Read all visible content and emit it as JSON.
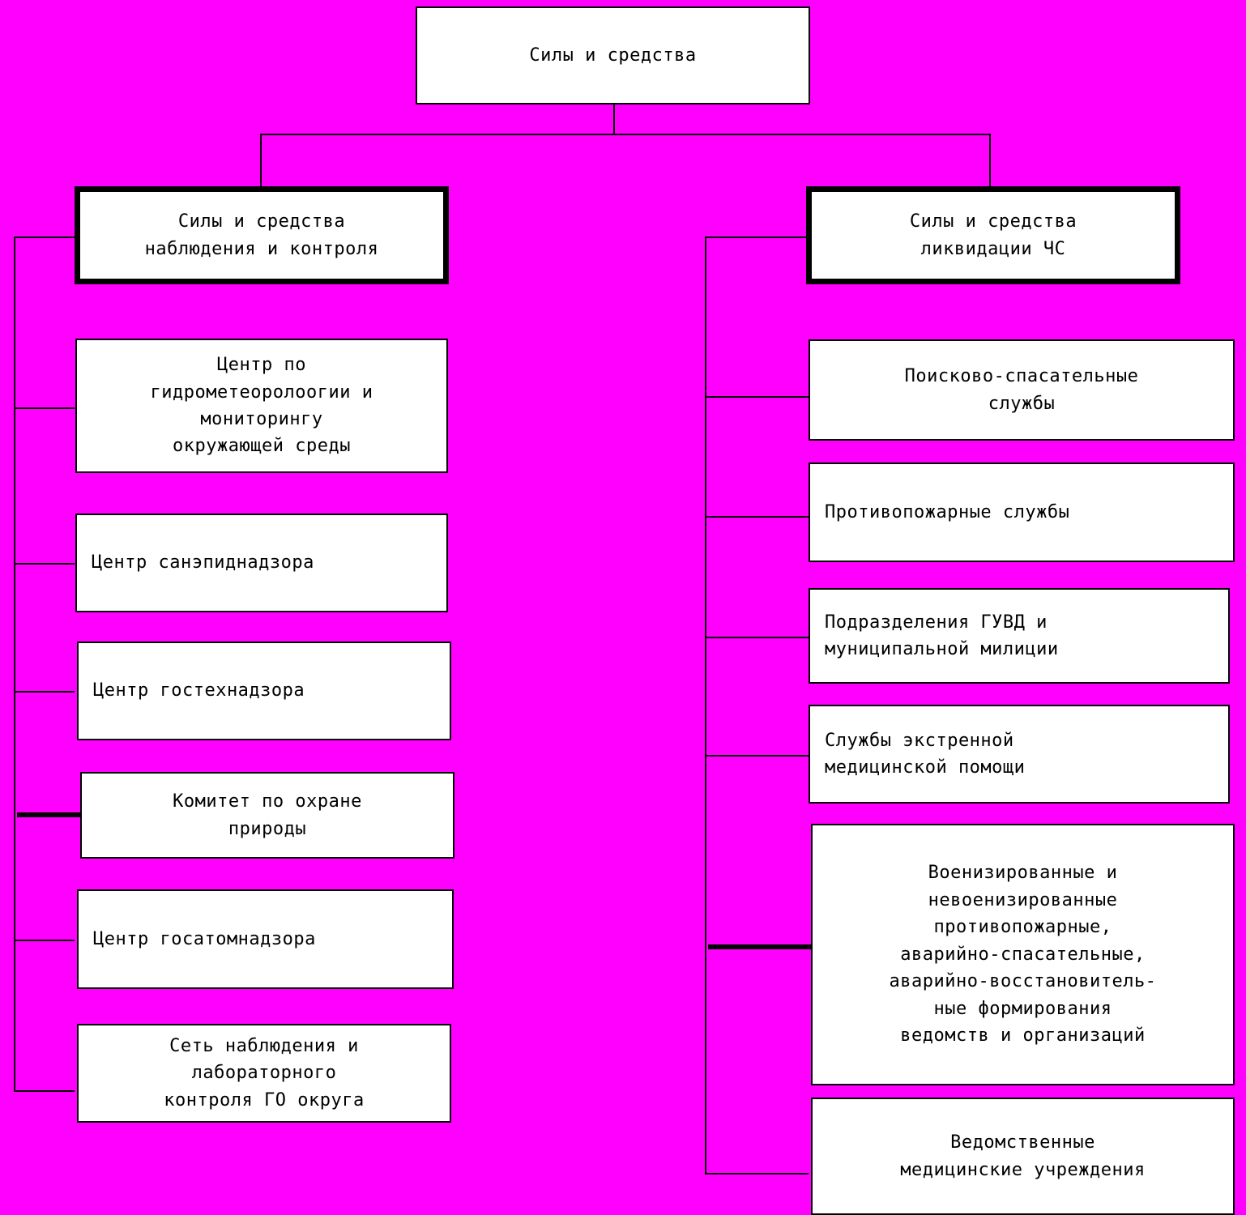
{
  "diagram": {
    "title_node": {
      "id": "root",
      "text": "Силы и средства"
    },
    "branches": [
      {
        "id": "monitoring",
        "header": "Силы и средства\nнаблюдения и контроля",
        "children": [
          {
            "id": "hydromet",
            "text": "Центр по\nгидрометеоролоогии и\nмониторингу\nокружающей среды",
            "align": "center"
          },
          {
            "id": "sanepid",
            "text": "Центр санэпиднадзора",
            "align": "left"
          },
          {
            "id": "gostehnadzor",
            "text": "Центр гостехнадзора",
            "align": "left"
          },
          {
            "id": "nature",
            "text": "Комитет по охране\nприроды",
            "align": "center"
          },
          {
            "id": "gosatomnadzor",
            "text": "Центр госатомнадзора",
            "align": "left"
          },
          {
            "id": "labnetwork",
            "text": "Сеть наблюдения и\nлабораторного\nконтроля ГО округа",
            "align": "center"
          }
        ]
      },
      {
        "id": "liquidation",
        "header": "Силы и средства\nликвидации ЧС",
        "children": [
          {
            "id": "search-rescue",
            "text": "Поисково-спасательные\nслужбы",
            "align": "center"
          },
          {
            "id": "firefighting",
            "text": "Противопожарные службы",
            "align": "left"
          },
          {
            "id": "police",
            "text": "Подразделения ГУВД и\nмуниципальной милиции",
            "align": "left"
          },
          {
            "id": "emergency-med",
            "text": "Службы экстренной\nмедицинской помощи",
            "align": "left"
          },
          {
            "id": "formations",
            "text": "Военизированные и\nневоенизированные\nпротивопожарные,\nаварийно-спасательные,\nаварийно-восстановитель-\nные формирования\nведомств и организаций",
            "align": "center"
          },
          {
            "id": "dept-med",
            "text": "Ведомственные\nмедицинские учреждения",
            "align": "center"
          }
        ]
      }
    ],
    "colors": {
      "background": "#FF00FF",
      "node_fill": "#FFFFFF",
      "line": "#000000",
      "text": "#000000"
    }
  }
}
